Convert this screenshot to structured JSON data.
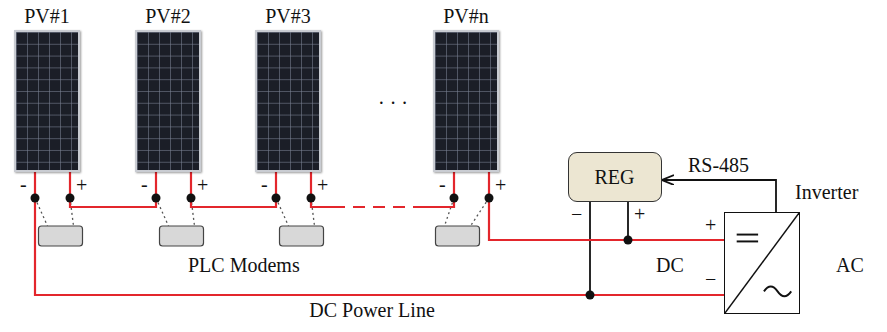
{
  "diagram": {
    "nodes": [
      {
        "text": [
          "PV#1"
        ]
      },
      {
        "text": [
          "PV#2"
        ]
      },
      {
        "text": [
          "PV#3"
        ]
      },
      {
        "text": [
          "PV#n"
        ]
      },
      {
        "text": [
          "REG"
        ]
      },
      {
        "text": [
          "Inverter"
        ]
      }
    ],
    "edges": [
      {
        "from": 0,
        "to": 1,
        "arrow": "none"
      },
      {
        "from": 1,
        "to": 2,
        "arrow": "none"
      },
      {
        "from": 2,
        "to": 3,
        "arrow": "none"
      },
      {
        "from": 3,
        "to": 5,
        "arrow": "none"
      },
      {
        "from": 0,
        "to": 5,
        "arrow": "none",
        "label": "DC Power Line"
      },
      {
        "from": 5,
        "to": 4,
        "arrow": "to",
        "label": "RS-485"
      }
    ],
    "labels": [
      "-",
      "+",
      "-",
      "+",
      "-",
      "+",
      "-",
      "+",
      "· · ·",
      "PLC Modems",
      "−",
      "+",
      "DC",
      "+",
      "−",
      "AC"
    ]
  }
}
